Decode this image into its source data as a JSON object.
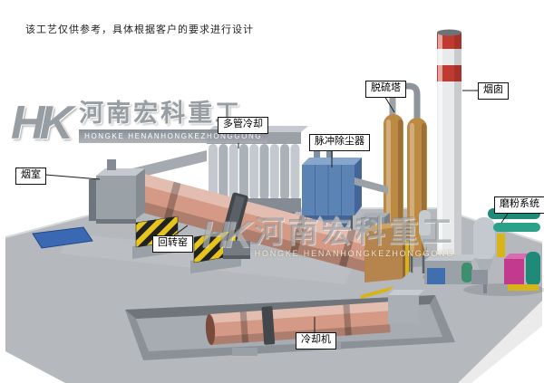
{
  "disclaimer": "该工艺仅供参考，具体根据客户的要求进行设计",
  "logo": {
    "monogram": "HK",
    "name_cn": "河南宏科重工",
    "name_en": "HONGKE HENANHONGKEZHONGGONG"
  },
  "watermark": {
    "monogram": "HK",
    "name_cn": "河南宏科重工",
    "name_en": "HONGKE HENANHONGKEZHONGGONG"
  },
  "labels": [
    {
      "id": "smoke-chamber",
      "text": "烟室"
    },
    {
      "id": "multi-tube-cooler",
      "text": "多管冷却"
    },
    {
      "id": "pulse-dust-collector",
      "text": "脉冲除尘器"
    },
    {
      "id": "desulfurization-tower",
      "text": "脱硫塔"
    },
    {
      "id": "chimney",
      "text": "烟囱"
    },
    {
      "id": "grinding-system",
      "text": "磨粉系统"
    },
    {
      "id": "rotary-kiln",
      "text": "回转窑"
    },
    {
      "id": "cooling-machine",
      "text": "冷却机"
    }
  ],
  "colors": {
    "ground": "#b5b9be",
    "trench": "#8b9197",
    "mat": "#3a68b2",
    "steel": "#9aa1a7",
    "steel-dark": "#848b92",
    "steel-light": "#c3c9ce",
    "kiln": "#d49a86",
    "hazard": "#e6c51d",
    "collector": "#5b84b4",
    "collector-dark": "#44659a",
    "collector-top": "#86a6cc",
    "tower": "#bd8a44",
    "band": "#bf3a30",
    "chimney": "#e9eaeb",
    "teal": "#1f8a78",
    "teal2": "#2aa188",
    "magenta": "#c23a8e",
    "yellow": "#d9b31a",
    "hood": "#b5854d"
  }
}
